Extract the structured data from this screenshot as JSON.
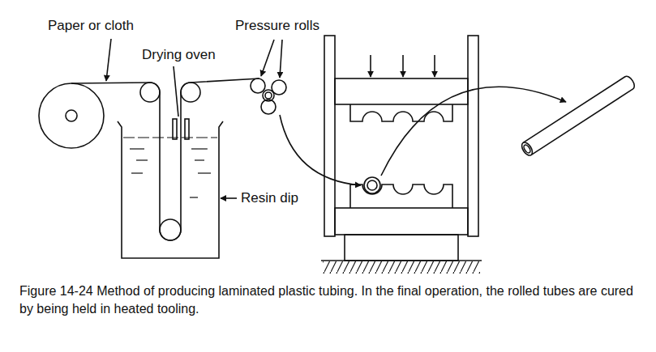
{
  "diagram": {
    "caption": "Figure 14-24 Method of producing laminated plastic tubing. In the final operation, the rolled tubes are cured by being held in heated tooling.",
    "labels": [
      "Paper or cloth",
      "Drying oven",
      "Pressure rolls",
      "Resin dip"
    ]
  }
}
